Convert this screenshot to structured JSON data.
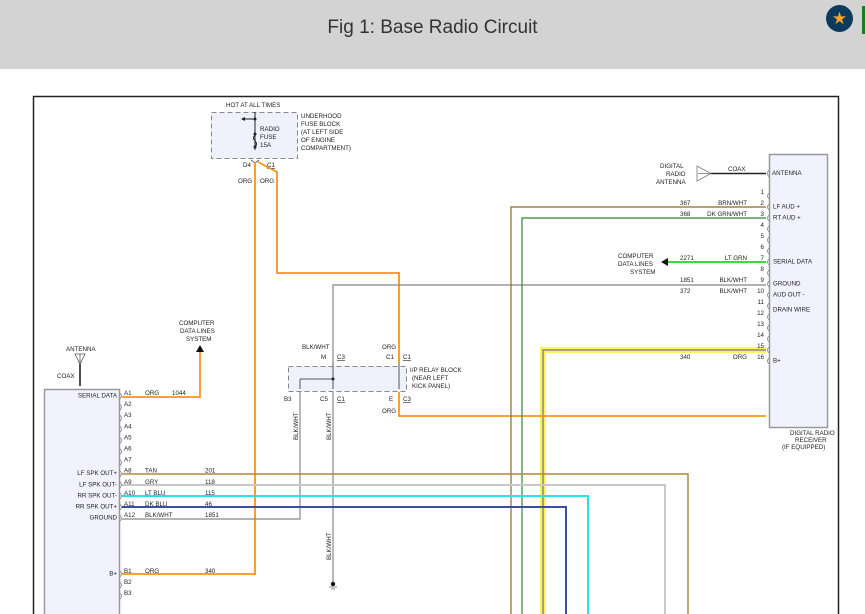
{
  "header": {
    "title": "Fig 1: Base Radio Circuit",
    "bookmark_icon": "star"
  },
  "colors": {
    "orange": "#f7941d",
    "tan": "#a88a4a",
    "brown": "#8b6a2a",
    "green_dk": "#2e8b2e",
    "green_lt": "#3ddc3d",
    "gray": "#c8c8c8",
    "cyan": "#29e0ee",
    "dkblue": "#3a4f9c",
    "blkwht": "#888888",
    "yellow_highlight": "#fff35a"
  },
  "fuse_block": {
    "hot_label": "HOT AT ALL TIMES",
    "fuse_label": [
      "RADIO",
      "FUSE",
      "15A"
    ],
    "desc": [
      "UNDERHOOD",
      "FUSE BLOCK",
      "(AT LEFT SIDE",
      "OF ENGINE",
      "COMPARTMENT)"
    ],
    "pin_left": "D4",
    "pin_right": "C1",
    "wire_left": "ORG",
    "wire_right": "ORG"
  },
  "relay_block": {
    "desc": [
      "I/P RELAY BLOCK",
      "(NEAR LEFT",
      "KICK PANEL)"
    ],
    "top_left_wire": "BLK/WHT",
    "top_left_pin": "M",
    "top_left_conn": "C3",
    "top_right_wire": "ORG",
    "top_right_pin": "C1",
    "top_right_conn": "C1",
    "bot_pin_b3": "B3",
    "bot_pin_c5": "C5",
    "bot_conn_c1": "C1",
    "bot_pin_e": "E",
    "bot_conn_c3": "C3",
    "bot_right_wire": "ORG",
    "vert_wire_1": "BLK/WHT",
    "vert_wire_2": "BLK/WHT",
    "vert_wire_3": "BLK/WHT"
  },
  "radio": {
    "antenna_label": "ANTENNA",
    "coax_label": "COAX",
    "computer_label": [
      "COMPUTER",
      "DATA LINES",
      "SYSTEM"
    ],
    "pins": [
      {
        "label": "SERIAL DATA",
        "pin": "A1",
        "wire": "ORG",
        "circuit": "1044"
      },
      {
        "label": "",
        "pin": "A2",
        "wire": "",
        "circuit": ""
      },
      {
        "label": "",
        "pin": "A3",
        "wire": "",
        "circuit": ""
      },
      {
        "label": "",
        "pin": "A4",
        "wire": "",
        "circuit": ""
      },
      {
        "label": "",
        "pin": "A5",
        "wire": "",
        "circuit": ""
      },
      {
        "label": "",
        "pin": "A6",
        "wire": "",
        "circuit": ""
      },
      {
        "label": "",
        "pin": "A7",
        "wire": "",
        "circuit": ""
      },
      {
        "label": "LF SPK OUT+",
        "pin": "A8",
        "wire": "TAN",
        "circuit": "201"
      },
      {
        "label": "LF SPK OUT-",
        "pin": "A9",
        "wire": "GRY",
        "circuit": "118"
      },
      {
        "label": "RR SPK OUT-",
        "pin": "A10",
        "wire": "LT BLU",
        "circuit": "115"
      },
      {
        "label": "RR SPK OUT+",
        "pin": "A11",
        "wire": "DK BLU",
        "circuit": "46"
      },
      {
        "label": "GROUND",
        "pin": "A12",
        "wire": "BLK/WHT",
        "circuit": "1851"
      }
    ],
    "b_pins": [
      {
        "label": "B+",
        "pin": "B1",
        "wire": "ORG",
        "circuit": "340"
      },
      {
        "label": "",
        "pin": "B2",
        "wire": "",
        "circuit": ""
      },
      {
        "label": "",
        "pin": "B3",
        "wire": "",
        "circuit": ""
      }
    ]
  },
  "receiver": {
    "title": [
      "DIGITAL RADIO",
      "RECEIVER",
      "(IF EQUIPPED)"
    ],
    "antenna_label": [
      "DIGITAL",
      "RADIO",
      "ANTENNA"
    ],
    "coax_label": "COAX",
    "antenna_pin_label": "ANTENNA",
    "computer_label": [
      "COMPUTER",
      "DATA LINES",
      "SYSTEM"
    ],
    "pins": [
      {
        "num": "1",
        "label": "",
        "wire": "",
        "circuit": ""
      },
      {
        "num": "2",
        "label": "LF AUD +",
        "wire": "BRN/WHT",
        "circuit": "367"
      },
      {
        "num": "3",
        "label": "RT AUD +",
        "wire": "DK GRN/WHT",
        "circuit": "368"
      },
      {
        "num": "4",
        "label": "",
        "wire": "",
        "circuit": ""
      },
      {
        "num": "5",
        "label": "",
        "wire": "",
        "circuit": ""
      },
      {
        "num": "6",
        "label": "",
        "wire": "",
        "circuit": ""
      },
      {
        "num": "7",
        "label": "SERIAL DATA",
        "wire": "LT GRN",
        "circuit": "2271"
      },
      {
        "num": "8",
        "label": "",
        "wire": "",
        "circuit": ""
      },
      {
        "num": "9",
        "label": "GROUND",
        "wire": "BLK/WHT",
        "circuit": "1851"
      },
      {
        "num": "10",
        "label": "AUD OUT -",
        "wire": "BLK/WHT",
        "circuit": "372"
      },
      {
        "num": "11",
        "label": "DRAIN WIRE",
        "wire": "",
        "circuit": ""
      },
      {
        "num": "12",
        "label": "",
        "wire": "",
        "circuit": ""
      },
      {
        "num": "13",
        "label": "",
        "wire": "",
        "circuit": ""
      },
      {
        "num": "14",
        "label": "",
        "wire": "",
        "circuit": ""
      },
      {
        "num": "15",
        "label": "",
        "wire": "",
        "circuit": ""
      },
      {
        "num": "16",
        "label": "B+",
        "wire": "ORG",
        "circuit": "340"
      }
    ]
  }
}
